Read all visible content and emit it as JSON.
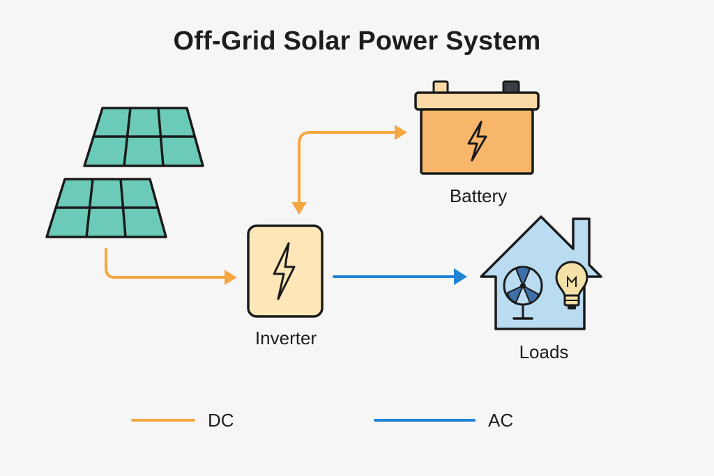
{
  "title": "Off-Grid Solar Power System",
  "nodes": {
    "battery": {
      "label": "Battery",
      "icon": "battery-icon"
    },
    "inverter": {
      "label": "Inverter",
      "icon": "inverter-icon"
    },
    "loads": {
      "label": "Loads",
      "icon": "house-icon"
    },
    "solar_panels": {
      "icon": "solar-panel-icon"
    }
  },
  "legend": [
    {
      "label": "DC",
      "color": "#f5a742"
    },
    {
      "label": "AC",
      "color": "#1f82d6"
    }
  ],
  "colors": {
    "dc": "#f5a742",
    "ac": "#1f82d6",
    "panel": "#6ccbb8",
    "battery": "#f7b66a",
    "battery_top": "#fbd9a5",
    "inverter": "#fde7b9",
    "house": "#b9dcf1",
    "fan": "#3d6fa6",
    "bulb": "#f4e1a8"
  }
}
